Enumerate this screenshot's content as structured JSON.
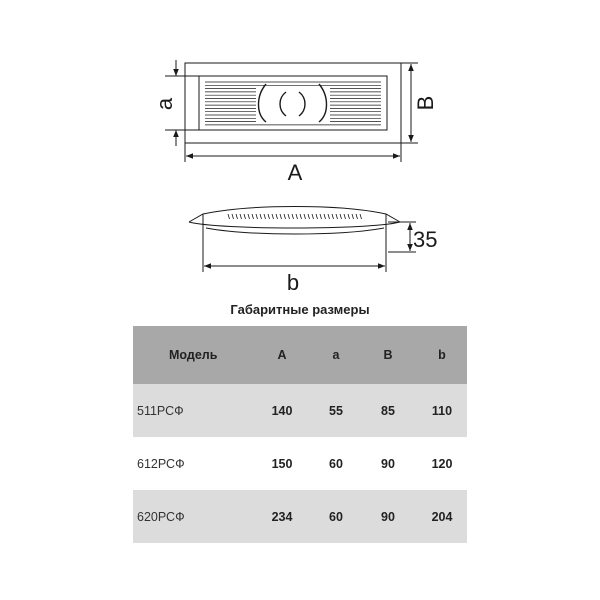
{
  "dimensions": {
    "label_A": "A",
    "label_a": "a",
    "label_B": "B",
    "label_b": "b",
    "label_height": "35"
  },
  "caption": "Габаритные размеры",
  "table": {
    "headers": [
      "Модель",
      "A",
      "a",
      "B",
      "b"
    ],
    "rows": [
      [
        "511РСФ",
        "140",
        "55",
        "85",
        "110"
      ],
      [
        "612РСФ",
        "150",
        "60",
        "90",
        "120"
      ],
      [
        "620РСФ",
        "234",
        "60",
        "90",
        "204"
      ]
    ]
  }
}
